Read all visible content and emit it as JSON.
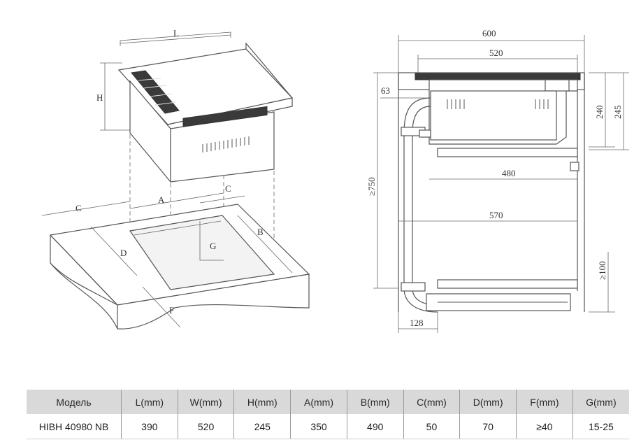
{
  "iso_labels": {
    "L": "L",
    "H": "H",
    "A": "A",
    "B": "B",
    "C_left": "C",
    "C_right": "C",
    "D": "D",
    "F": "F",
    "G": "G"
  },
  "side_view": {
    "dim_600": "600",
    "dim_520": "520",
    "dim_63": "63",
    "dim_240": "240",
    "dim_245": "245",
    "dim_750": "≥750",
    "dim_480": "480",
    "dim_570": "570",
    "dim_100": "≥100",
    "dim_128": "128"
  },
  "table": {
    "headers": [
      "Модель",
      "L(mm)",
      "W(mm)",
      "H(mm)",
      "A(mm)",
      "B(mm)",
      "C(mm)",
      "D(mm)",
      "F(mm)",
      "G(mm)"
    ],
    "row": [
      "HIBH 40980 NB",
      "390",
      "520",
      "245",
      "350",
      "490",
      "50",
      "70",
      "≥40",
      "15-25"
    ]
  }
}
